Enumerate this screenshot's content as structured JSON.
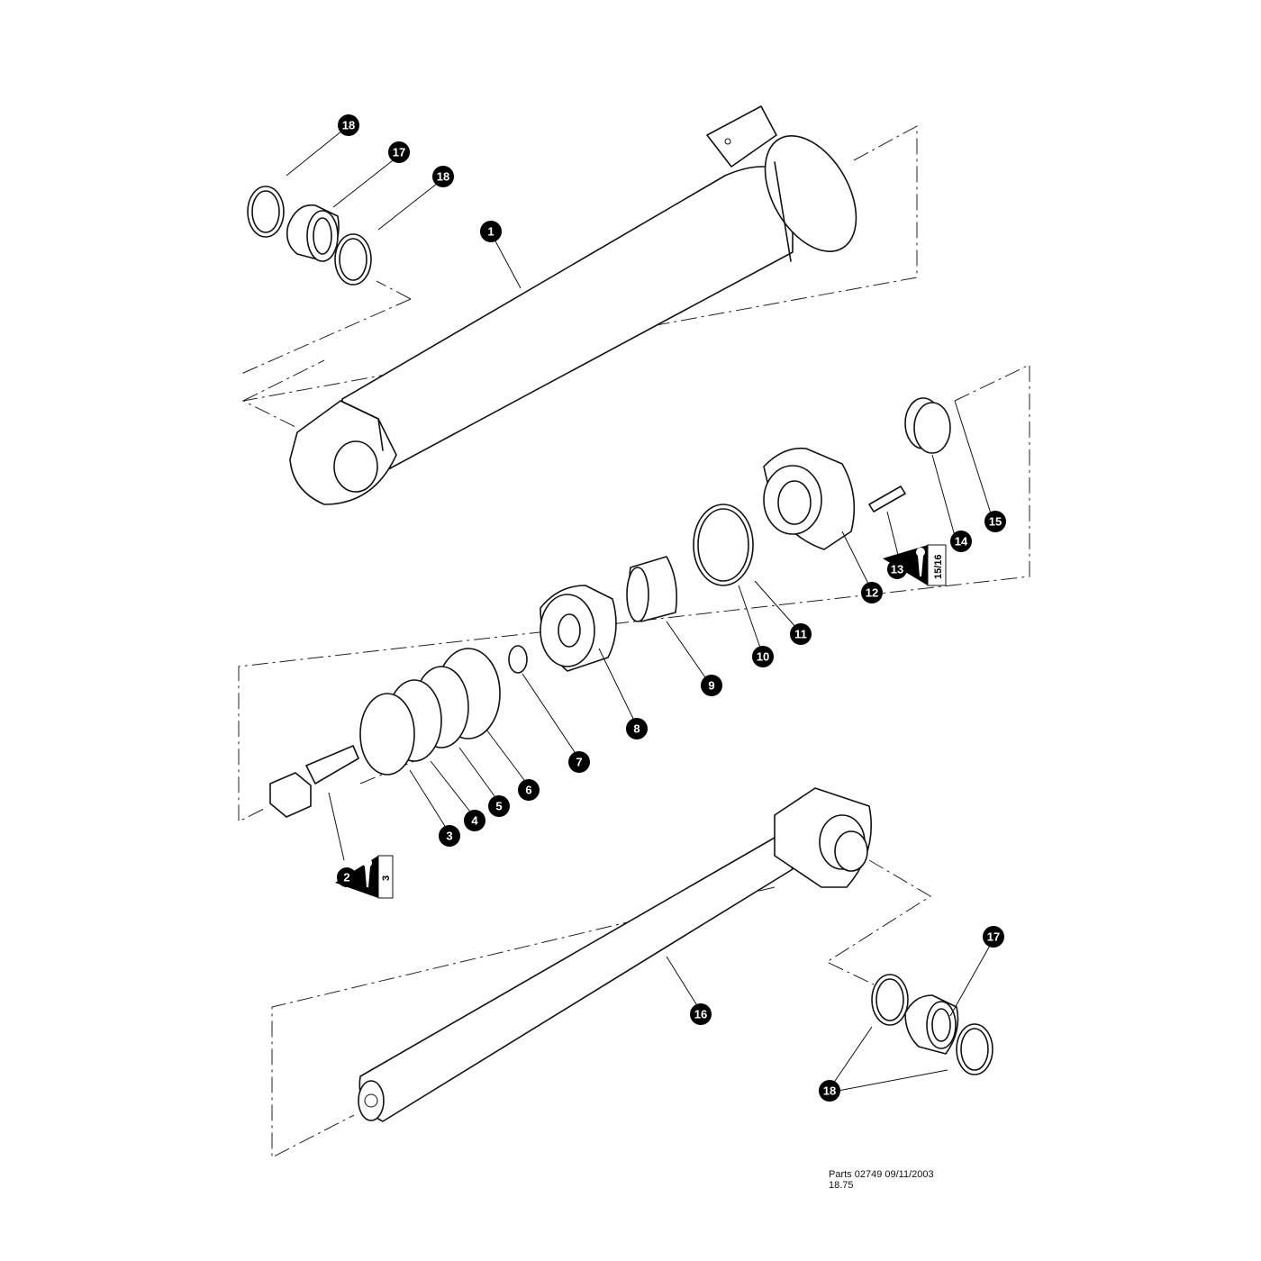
{
  "callouts": [
    "18",
    "17",
    "18",
    "1",
    "15",
    "14",
    "13",
    "12",
    "11",
    "10",
    "9",
    "8",
    "7",
    "6",
    "5",
    "4",
    "3",
    "2",
    "16",
    "17",
    "18"
  ],
  "tool_labels": {
    "t13": "15/16",
    "t2": "3"
  },
  "footer": {
    "line1": "Parts 02749  09/11/2003",
    "line2": "18.75"
  },
  "icons": [
    "wrench-icon"
  ]
}
